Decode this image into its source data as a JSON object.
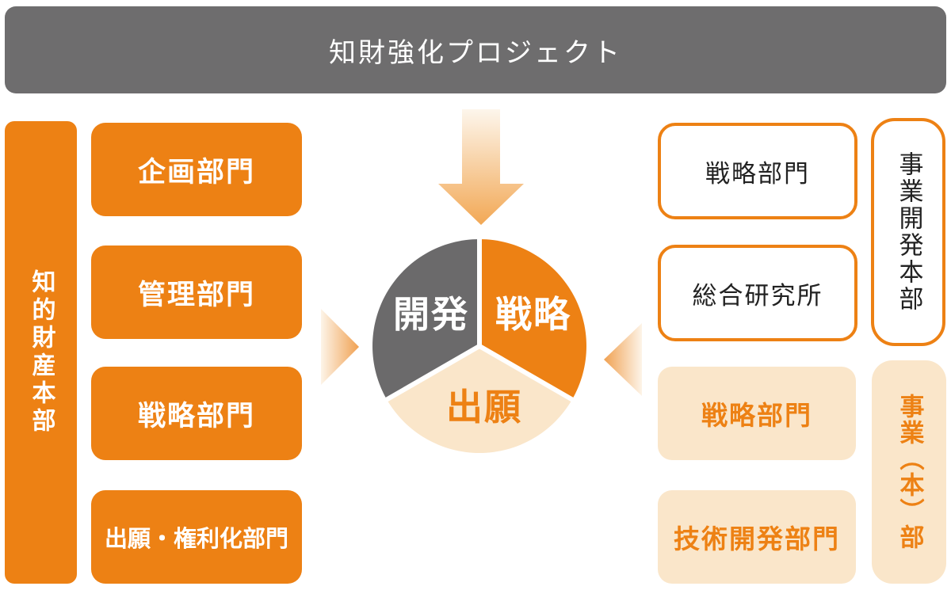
{
  "title": "知財強化プロジェクト",
  "colors": {
    "orange": "#ED8114",
    "cream": "#FAE6CA",
    "gray": "#6E6D6E",
    "pie_gray": "#6B6A6B",
    "arrow_gradient_light": "#FDF6EC",
    "arrow_gradient_dark": "#F2A855",
    "white_box_text": "#222222"
  },
  "left_group": {
    "headquarters": "知的財産本部",
    "departments": [
      "企画部門",
      "管理部門",
      "戦略部門",
      "出願・権利化部門"
    ]
  },
  "center": {
    "segments": [
      {
        "id": "development",
        "label": "開発",
        "color": "#6B6A6B"
      },
      {
        "id": "strategy",
        "label": "戦略",
        "color": "#ED8114"
      },
      {
        "id": "application",
        "label": "出願",
        "color": "#FAE6CA"
      }
    ]
  },
  "right_top_group": {
    "headquarters": "事業開発本部",
    "departments": [
      "戦略部門",
      "総合研究所"
    ]
  },
  "right_bottom_group": {
    "headquarters": "事業（本）部",
    "departments": [
      "戦略部門",
      "技術開発部門"
    ]
  }
}
